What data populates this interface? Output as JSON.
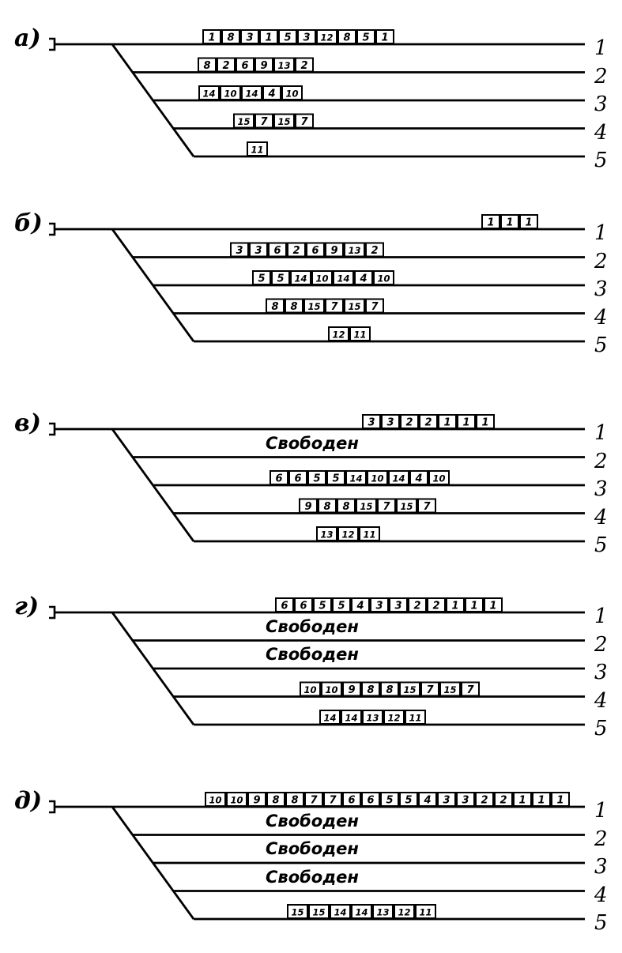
{
  "panels": [
    {
      "label": "а)",
      "tracks": [
        {
          "number": "1",
          "cars": [
            "1",
            "8",
            "3",
            "1",
            "5",
            "3",
            "12",
            "8",
            "5",
            "1"
          ]
        },
        {
          "number": "2",
          "cars": [
            "8",
            "2",
            "6",
            "9",
            "13",
            "2"
          ]
        },
        {
          "number": "3",
          "cars": [
            "14",
            "10",
            "14",
            "4",
            "10"
          ]
        },
        {
          "number": "4",
          "cars": [
            "15",
            "7",
            "15",
            "7"
          ]
        },
        {
          "number": "5",
          "cars": [
            "11"
          ]
        }
      ]
    },
    {
      "label": "б)",
      "tracks": [
        {
          "number": "1",
          "cars": [
            "1",
            "1",
            "1"
          ]
        },
        {
          "number": "2",
          "cars": [
            "3",
            "3",
            "6",
            "2",
            "6",
            "9",
            "13",
            "2"
          ]
        },
        {
          "number": "3",
          "cars": [
            "5",
            "5",
            "14",
            "10",
            "14",
            "4",
            "10"
          ]
        },
        {
          "number": "4",
          "cars": [
            "8",
            "8",
            "15",
            "7",
            "15",
            "7"
          ]
        },
        {
          "number": "5",
          "cars": [
            "12",
            "11"
          ]
        }
      ]
    },
    {
      "label": "в)",
      "tracks": [
        {
          "number": "1",
          "cars": [
            "3",
            "3",
            "2",
            "2",
            "1",
            "1",
            "1"
          ]
        },
        {
          "number": "2",
          "cars": [],
          "free": "Свободен"
        },
        {
          "number": "3",
          "cars": [
            "6",
            "6",
            "5",
            "5",
            "14",
            "10",
            "14",
            "4",
            "10"
          ]
        },
        {
          "number": "4",
          "cars": [
            "9",
            "8",
            "8",
            "15",
            "7",
            "15",
            "7"
          ]
        },
        {
          "number": "5",
          "cars": [
            "13",
            "12",
            "11"
          ]
        }
      ]
    },
    {
      "label": "г)",
      "tracks": [
        {
          "number": "1",
          "cars": [
            "6",
            "6",
            "5",
            "5",
            "4",
            "3",
            "3",
            "2",
            "2",
            "1",
            "1",
            "1"
          ]
        },
        {
          "number": "2",
          "cars": [],
          "free": "Свободен"
        },
        {
          "number": "3",
          "cars": [],
          "free": "Свободен"
        },
        {
          "number": "4",
          "cars": [
            "10",
            "10",
            "9",
            "8",
            "8",
            "15",
            "7",
            "15",
            "7"
          ]
        },
        {
          "number": "5",
          "cars": [
            "14",
            "14",
            "13",
            "12",
            "11"
          ]
        }
      ]
    },
    {
      "label": "д)",
      "tracks": [
        {
          "number": "1",
          "cars": [
            "10",
            "10",
            "9",
            "8",
            "8",
            "7",
            "7",
            "6",
            "6",
            "5",
            "5",
            "4",
            "3",
            "3",
            "2",
            "2",
            "1",
            "1",
            "1"
          ]
        },
        {
          "number": "2",
          "cars": [],
          "free": "Свободен"
        },
        {
          "number": "3",
          "cars": [],
          "free": "Свободен"
        },
        {
          "number": "4",
          "cars": [],
          "free": "Свободен"
        },
        {
          "number": "5",
          "cars": [
            "15",
            "15",
            "14",
            "14",
            "13",
            "12",
            "11"
          ]
        }
      ]
    }
  ]
}
